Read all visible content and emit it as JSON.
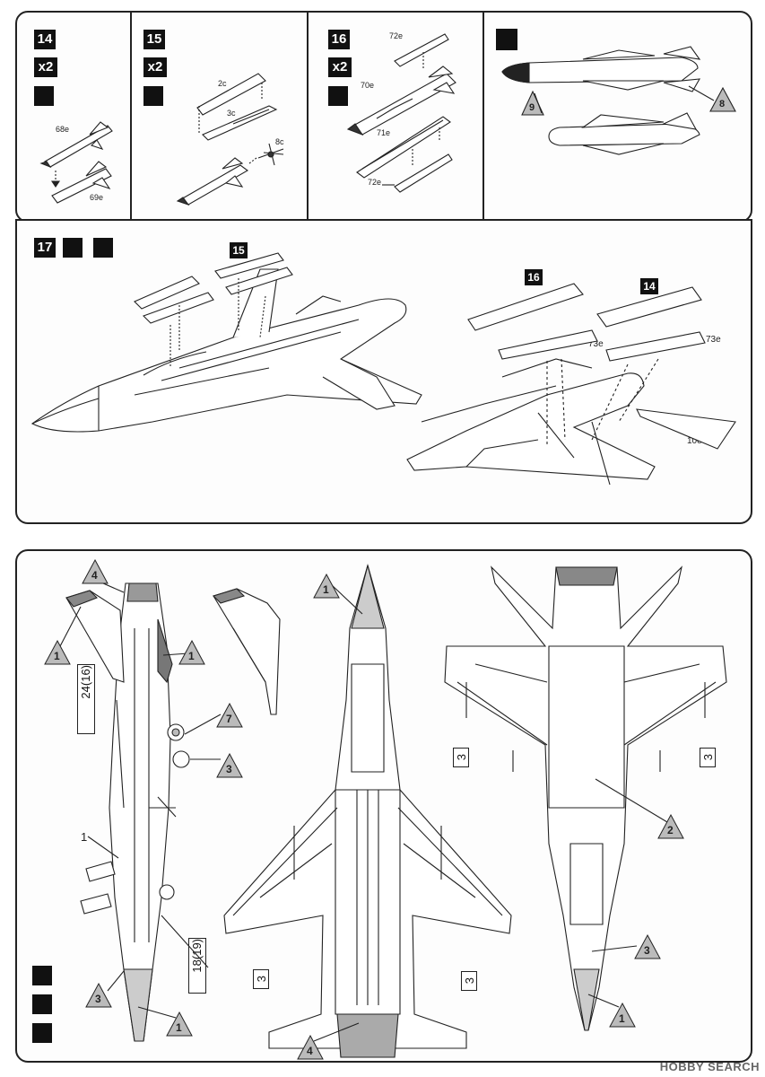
{
  "top_panel": {
    "step14": {
      "number": "14",
      "qty": "x2",
      "parts": [
        "68e",
        "69e"
      ]
    },
    "step15": {
      "number": "15",
      "qty": "x2",
      "parts": [
        "2c",
        "3c",
        "8c"
      ]
    },
    "step16": {
      "number": "16",
      "qty": "x2",
      "parts": [
        "72e",
        "70e",
        "71e",
        "72e"
      ]
    },
    "decals": {
      "left": "9",
      "right": "8"
    }
  },
  "middle_panel": {
    "step": "17",
    "callout15": "15",
    "callout16": "16",
    "callout14": "14",
    "part_73e_a": "73e",
    "part_73e_b": "73e",
    "part_10e": "10e"
  },
  "bottom_panel": {
    "side_view": {
      "call_4": "4",
      "call_1a": "1",
      "call_1b": "1",
      "call_7": "7",
      "call_3a": "3",
      "box_24": "24(16)",
      "num_1": "1",
      "box_18": "18(19)",
      "call_3b": "3",
      "call_1c": "1"
    },
    "fin_view": {},
    "top_view": {
      "call_1": "1",
      "box_3a": "3",
      "box_3b": "3",
      "call_4": "4"
    },
    "bottom_view": {
      "box_3a": "3",
      "box_3b": "3",
      "call_2": "2",
      "call_3": "3",
      "call_1": "1"
    }
  },
  "watermark": "HOBBY SEARCH"
}
